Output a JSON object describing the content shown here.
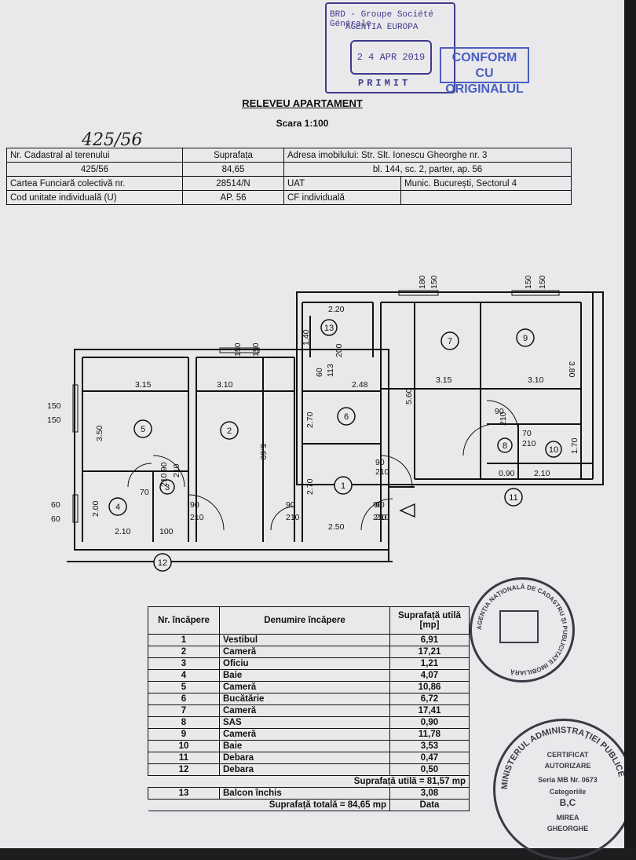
{
  "header_stamp": {
    "bank": "BRD - Groupe Société Générale",
    "agency": "AGENTIA EUROPA",
    "date": "2 4 APR 2019",
    "received": "PRIMIT"
  },
  "conform_stamp": [
    "CONFORM CU",
    "ORIGINALUL"
  ],
  "handwritten_number": "425/56",
  "title": "RELEVEU APARTAMENT",
  "scale": "Scara 1:100",
  "info_table": [
    [
      "Nr. Cadastral al terenului",
      "Suprafața",
      "Adresa imobilului: Str. Slt. Ionescu Gheorghe nr. 3"
    ],
    [
      "425/56",
      "84,65",
      "bl. 144, sc. 2, parter, ap. 56"
    ],
    [
      "Cartea Funciară colectivă nr.",
      "28514/N",
      "UAT",
      "Munic. București, Sectorul 4"
    ],
    [
      "Cod unitate individuală (U)",
      "AP. 56",
      "CF individuală",
      ""
    ]
  ],
  "plan_labels": {
    "dims": [
      "2.20",
      "1.40",
      "150",
      "150",
      "180",
      "150",
      "150",
      "150",
      "3.15",
      "3.10",
      "2.48",
      "3.15",
      "3.10",
      "3.80",
      "150",
      "150",
      "3.50",
      "5.60",
      "2.70",
      "5.60",
      "90",
      "210",
      "90",
      "210",
      "70",
      "210",
      "2.10",
      "1.70",
      "0.90",
      "60",
      "60",
      "2.00",
      "70",
      "210",
      "90",
      "210",
      "2.10",
      "100",
      "90",
      "210",
      "2.70",
      "90",
      "210",
      "2.50",
      "90",
      "210",
      "60",
      "113",
      "90",
      "210",
      "200"
    ],
    "rooms": [
      "1",
      "2",
      "3",
      "4",
      "5",
      "6",
      "7",
      "8",
      "9",
      "10",
      "11",
      "12",
      "13"
    ]
  },
  "rooms_table": {
    "headers": [
      "Nr. încăpere",
      "Denumire încăpere",
      "Suprafață utilă [mp]"
    ],
    "rows": [
      [
        "1",
        "Vestibul",
        "6,91"
      ],
      [
        "2",
        "Cameră",
        "17,21"
      ],
      [
        "3",
        "Oficiu",
        "1,21"
      ],
      [
        "4",
        "Baie",
        "4,07"
      ],
      [
        "5",
        "Cameră",
        "10,86"
      ],
      [
        "6",
        "Bucătărie",
        "6,72"
      ],
      [
        "7",
        "Cameră",
        "17,41"
      ],
      [
        "8",
        "SAS",
        "0,90"
      ],
      [
        "9",
        "Cameră",
        "11,78"
      ],
      [
        "10",
        "Baie",
        "3,53"
      ],
      [
        "11",
        "Debara",
        "0,47"
      ],
      [
        "12",
        "Debara",
        "0,50"
      ]
    ],
    "total_useful": "Suprafață utilă = 81,57 mp",
    "balcony": [
      "13",
      "Balcon închis",
      "3,08"
    ],
    "total": "Suprafață totală = 84,65 mp",
    "data_label": "Data"
  },
  "seal_ancpi": "AGENȚIA NAȚIONALĂ DE CADASTRU ȘI PUBLICITATE IMOBILIARĂ",
  "seal_ministry": {
    "ring": "MINISTERUL ADMINISTRAȚIEI PUBLICE",
    "line1": "CERTIFICAT",
    "line2": "AUTORIZARE",
    "line3": "Seria MB Nr. 0673",
    "line4": "Categoriile",
    "line5": "B,C",
    "line6": "MIREA",
    "line7": "GHEORGHE"
  },
  "colors": {
    "paper": "#e9e9ec",
    "ink": "#111111",
    "stamp_blue": "#3f3b8a"
  }
}
